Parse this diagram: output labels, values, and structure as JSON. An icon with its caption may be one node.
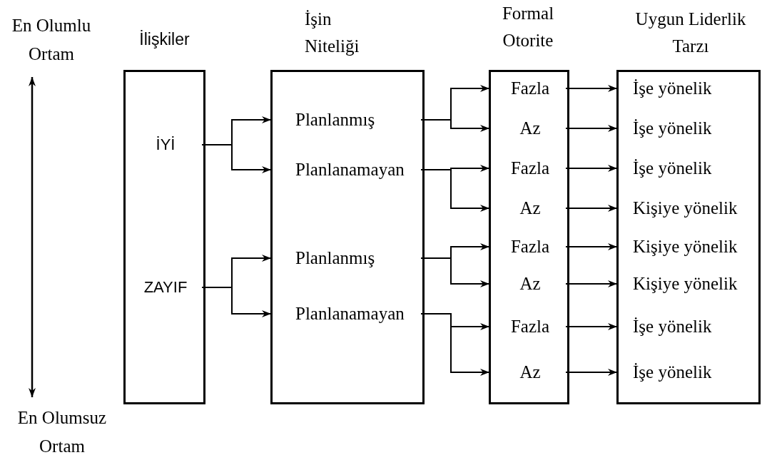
{
  "diagram": {
    "nodes": [
      {
        "text": [
          "İlişkiler"
        ]
      },
      {
        "text": [
          "İYİ"
        ],
        "in": 0
      },
      {
        "text": [
          "ZAYIF"
        ],
        "in": 0
      },
      {
        "text": [
          "İşin Niteliği"
        ]
      },
      {
        "text": [
          "Planlanmış"
        ],
        "in": 3
      },
      {
        "text": [
          "Planlanamayan"
        ],
        "in": 3
      },
      {
        "text": [
          "Planlanmış"
        ],
        "in": 3
      },
      {
        "text": [
          "Planlanamayan"
        ],
        "in": 3
      },
      {
        "text": [
          "Formal Otorite"
        ]
      },
      {
        "text": [
          "Fazla"
        ],
        "in": 8
      },
      {
        "text": [
          "Az"
        ],
        "in": 8
      },
      {
        "text": [
          "Fazla"
        ],
        "in": 8
      },
      {
        "text": [
          "Az"
        ],
        "in": 8
      },
      {
        "text": [
          "Fazla"
        ],
        "in": 8
      },
      {
        "text": [
          "Az"
        ],
        "in": 8
      },
      {
        "text": [
          "Fazla"
        ],
        "in": 8
      },
      {
        "text": [
          "Az"
        ],
        "in": 8
      },
      {
        "text": [
          "Uygun Liderlik Tarzı"
        ]
      },
      {
        "text": [
          "İşe yönelik"
        ],
        "in": 17
      },
      {
        "text": [
          "İşe yönelik"
        ],
        "in": 17
      },
      {
        "text": [
          "İşe yönelik"
        ],
        "in": 17
      },
      {
        "text": [
          "Kişiye yönelik"
        ],
        "in": 17
      },
      {
        "text": [
          "Kişiye yönelik"
        ],
        "in": 17
      },
      {
        "text": [
          "Kişiye yönelik"
        ],
        "in": 17
      },
      {
        "text": [
          "İşe yönelik"
        ],
        "in": 17
      },
      {
        "text": [
          "İşe yönelik"
        ],
        "in": 17
      }
    ],
    "edges": [
      {
        "from": 1,
        "to": 4,
        "arrow": "to"
      },
      {
        "from": 1,
        "to": 5,
        "arrow": "to"
      },
      {
        "from": 2,
        "to": 6,
        "arrow": "to"
      },
      {
        "from": 2,
        "to": 7,
        "arrow": "to"
      },
      {
        "from": 4,
        "to": 9,
        "arrow": "to"
      },
      {
        "from": 4,
        "to": 10,
        "arrow": "to"
      },
      {
        "from": 5,
        "to": 11,
        "arrow": "to"
      },
      {
        "from": 5,
        "to": 12,
        "arrow": "to"
      },
      {
        "from": 6,
        "to": 13,
        "arrow": "to"
      },
      {
        "from": 6,
        "to": 14,
        "arrow": "to"
      },
      {
        "from": 7,
        "to": 15,
        "arrow": "to"
      },
      {
        "from": 7,
        "to": 16,
        "arrow": "to"
      },
      {
        "from": 9,
        "to": 18,
        "arrow": "to"
      },
      {
        "from": 10,
        "to": 19,
        "arrow": "to"
      },
      {
        "from": 11,
        "to": 20,
        "arrow": "to"
      },
      {
        "from": 12,
        "to": 21,
        "arrow": "to"
      },
      {
        "from": 13,
        "to": 22,
        "arrow": "to"
      },
      {
        "from": 14,
        "to": 23,
        "arrow": "to"
      },
      {
        "from": 15,
        "to": 24,
        "arrow": "to"
      },
      {
        "from": 16,
        "to": 25,
        "arrow": "to"
      }
    ],
    "labels": [
      "En Olumlu Ortam",
      "En Olumsuz Ortam"
    ]
  }
}
